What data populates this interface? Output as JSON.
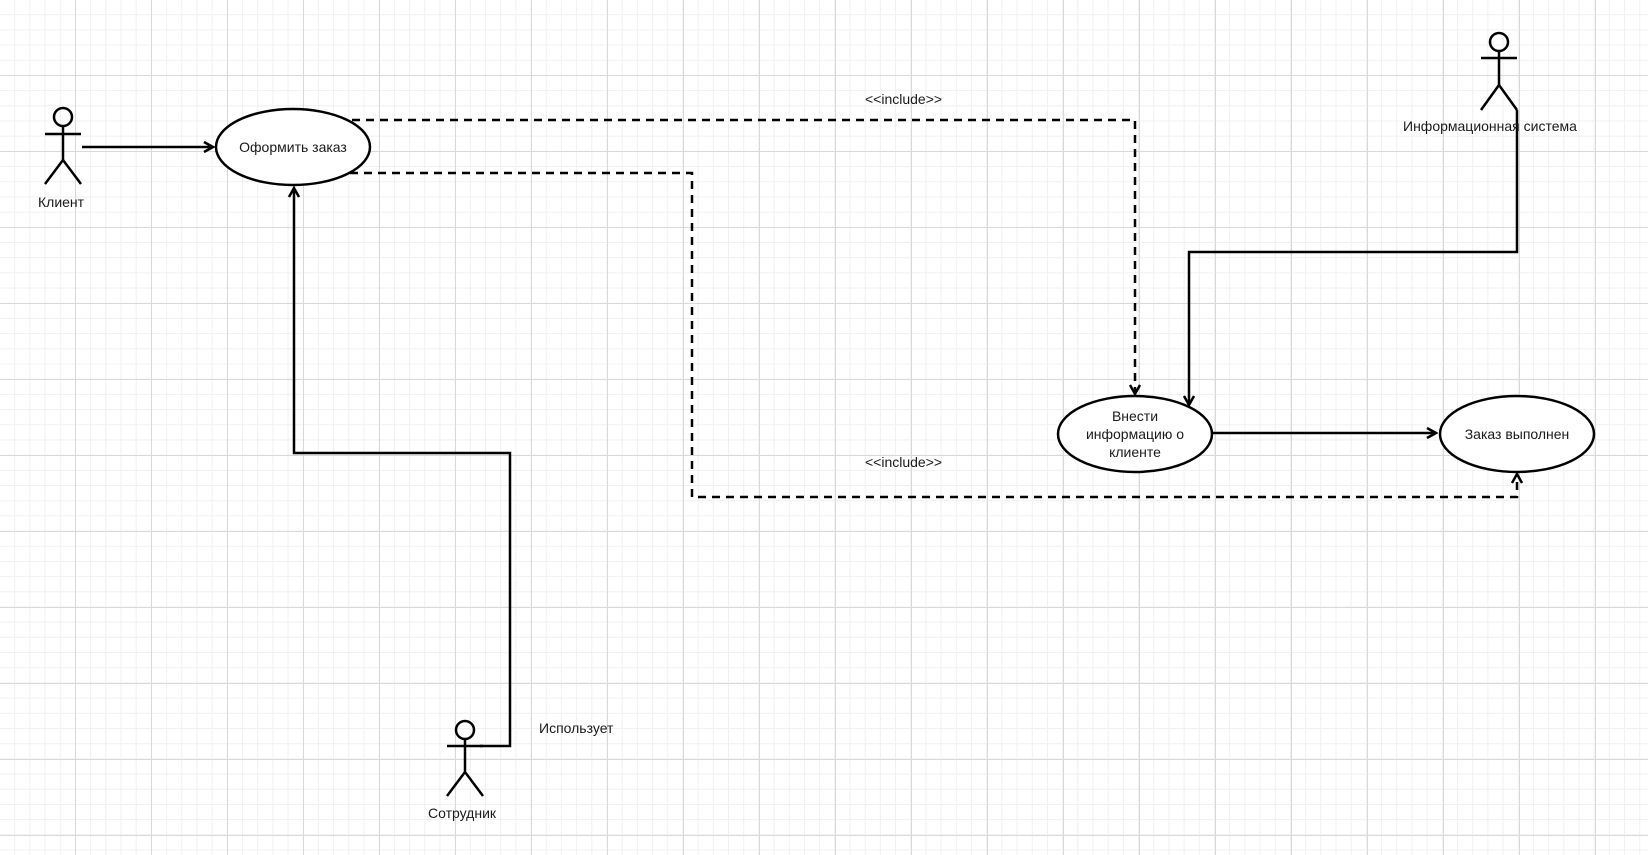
{
  "actors": {
    "client": "Клиент",
    "employee": "Сотрудник",
    "info_system": "Информационная система"
  },
  "use_cases": {
    "place_order": "Оформить заказ",
    "enter_client_info": "Внести информацию о клиенте",
    "order_completed": "Заказ выполнен"
  },
  "relations": {
    "include_top": "<<include>>",
    "include_bottom": "<<include>>",
    "uses": "Использует"
  }
}
